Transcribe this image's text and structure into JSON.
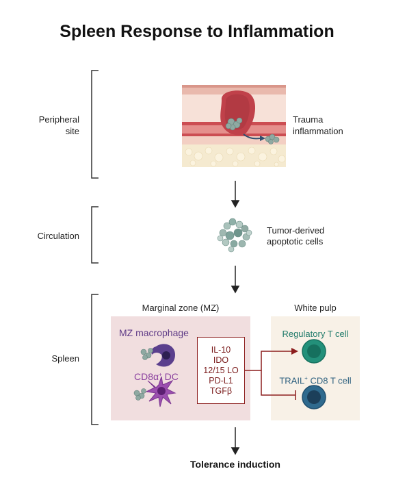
{
  "title": "Spleen Response to Inflammation",
  "stages": {
    "peripheral": "Peripheral\nsite",
    "circulation": "Circulation",
    "spleen": "Spleen"
  },
  "labels": {
    "trauma": "Trauma\ninflammation",
    "apoptotic": "Tumor-derived\napoptotic cells",
    "marginal_zone": "Marginal zone (MZ)",
    "white_pulp": "White pulp",
    "mz_macrophage": "MZ macrophage",
    "cd8_dc_prefix": "CD8α",
    "cd8_dc_sup": "+",
    "cd8_dc_suffix": " DC",
    "treg": "Regulatory T cell",
    "trail_prefix": "TRAIL",
    "trail_sup": "+",
    "trail_suffix": " CD8 T cell",
    "tolerance": "Tolerance induction"
  },
  "mediators": [
    "IL-10",
    "IDO",
    "12/15 LO",
    "PD-L1",
    "TGFβ"
  ],
  "colors": {
    "mz_panel": "#f1dedf",
    "wp_panel": "#f8f1e7",
    "mediator_border": "#8c1d1d",
    "arrow_red": "#8c1d1d",
    "treg_cell": "#1f8a72",
    "cd8_cell": "#2d5e80",
    "macrophage": "#5e3a86",
    "dendritic_cell": "#8a3f9e"
  }
}
